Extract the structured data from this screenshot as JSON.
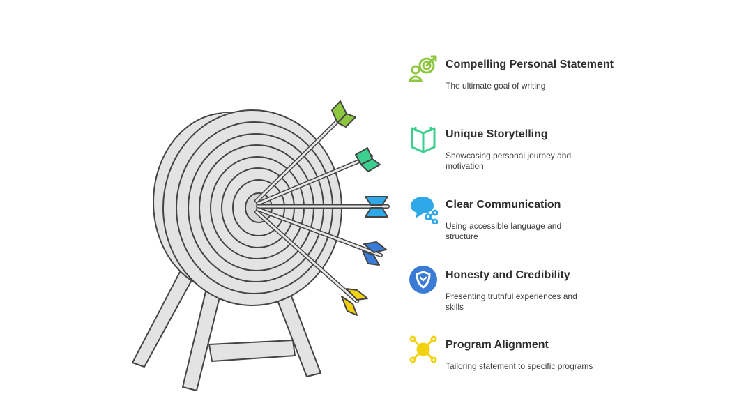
{
  "items": [
    {
      "title": "Compelling Personal Statement",
      "description": "The ultimate goal of writing",
      "icon": "target-person-icon",
      "color": "#8dc63f"
    },
    {
      "title": "Unique Storytelling",
      "description": "Showcasing personal journey and motivation",
      "icon": "open-book-icon",
      "color": "#3ccf8e"
    },
    {
      "title": "Clear Communication",
      "description": "Using accessible language and structure",
      "icon": "chat-share-icon",
      "color": "#2ea8e6"
    },
    {
      "title": "Honesty and Credibility",
      "description": "Presenting truthful experiences and skills",
      "icon": "shield-icon",
      "color": "#3a7bd5"
    },
    {
      "title": "Program Alignment",
      "description": "Tailoring statement to specific programs",
      "icon": "alignment-icon",
      "color": "#f2d20f"
    }
  ]
}
